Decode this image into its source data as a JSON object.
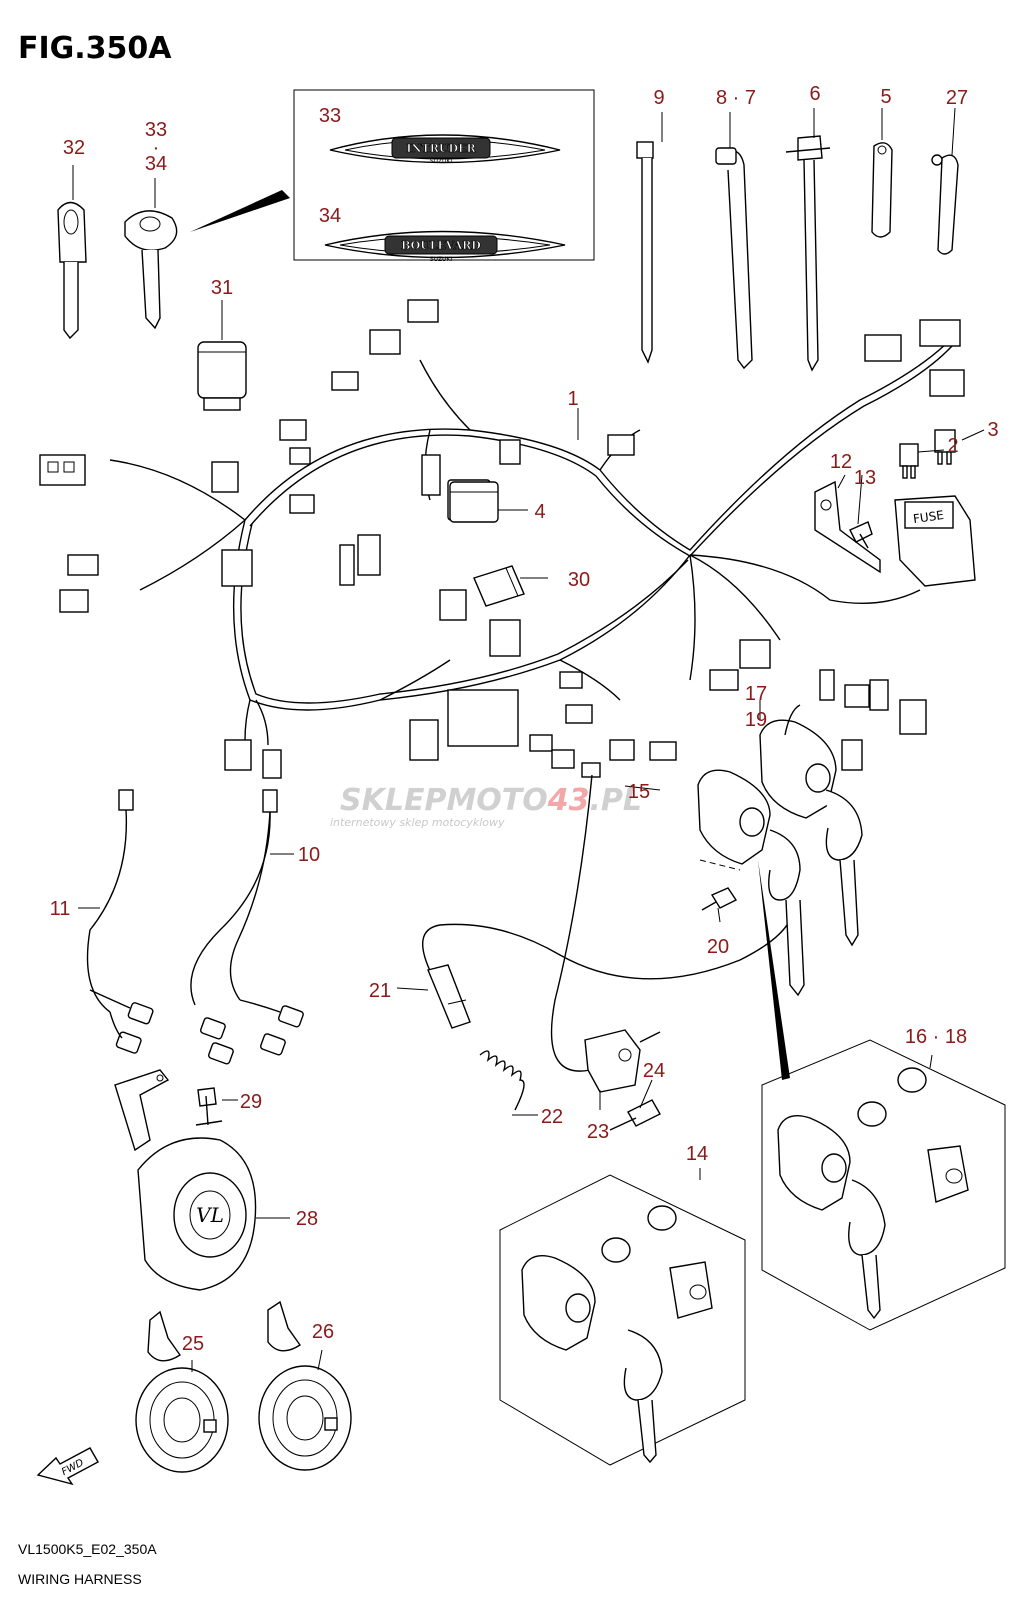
{
  "figure": {
    "title": "FIG.350A",
    "footer_code": "VL1500K5_E02_350A",
    "footer_name": "WIRING HARNESS"
  },
  "emblems": {
    "top": "INTRUDER",
    "top_sub": "SUZUKI",
    "bottom": "BOULEVARD",
    "bottom_sub": "SUZUKI"
  },
  "watermark": {
    "brand_a": "SKLEP",
    "brand_b": "MOTO",
    "brand_c": "43",
    "brand_d": ".PL",
    "tagline": "internetowy sklep motocyklowy"
  },
  "fwd_label": "FWD",
  "fuse_box_label": "FUSE",
  "horn_badge": "VL",
  "callouts": [
    {
      "id": "c1",
      "label": "1"
    },
    {
      "id": "c2",
      "label": "2"
    },
    {
      "id": "c3",
      "label": "3"
    },
    {
      "id": "c4",
      "label": "4"
    },
    {
      "id": "c5",
      "label": "5"
    },
    {
      "id": "c6",
      "label": "6"
    },
    {
      "id": "c87",
      "label": "8 · 7"
    },
    {
      "id": "c9",
      "label": "9"
    },
    {
      "id": "c10",
      "label": "10"
    },
    {
      "id": "c11",
      "label": "11"
    },
    {
      "id": "c12",
      "label": "12"
    },
    {
      "id": "c13",
      "label": "13"
    },
    {
      "id": "c14",
      "label": "14"
    },
    {
      "id": "c15",
      "label": "15"
    },
    {
      "id": "c1618",
      "label": "16 · 18"
    },
    {
      "id": "c17",
      "label": "17"
    },
    {
      "id": "c19",
      "label": "19"
    },
    {
      "id": "c20",
      "label": "20"
    },
    {
      "id": "c21",
      "label": "21"
    },
    {
      "id": "c22",
      "label": "22"
    },
    {
      "id": "c23",
      "label": "23"
    },
    {
      "id": "c24",
      "label": "24"
    },
    {
      "id": "c25",
      "label": "25"
    },
    {
      "id": "c26",
      "label": "26"
    },
    {
      "id": "c27",
      "label": "27"
    },
    {
      "id": "c28",
      "label": "28"
    },
    {
      "id": "c29",
      "label": "29"
    },
    {
      "id": "c30",
      "label": "30"
    },
    {
      "id": "c31",
      "label": "31"
    },
    {
      "id": "c32",
      "label": "32"
    },
    {
      "id": "c33a",
      "label": "33"
    },
    {
      "id": "c33b",
      "label": "33"
    },
    {
      "id": "c34a",
      "label": "34"
    },
    {
      "id": "c34b",
      "label": "34"
    }
  ]
}
